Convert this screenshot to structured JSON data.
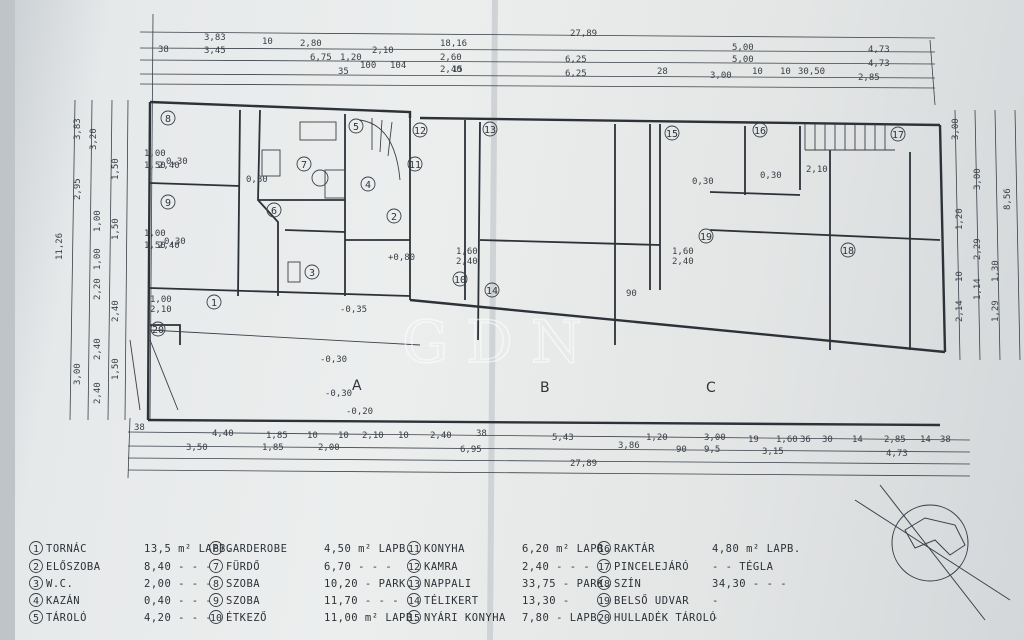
{
  "watermark": "GDN",
  "total_width_top": "27,89",
  "total_width_bottom": "27,89",
  "depth_left": "11,26",
  "depth_right": "8,56",
  "top_dims": [
    "3,83",
    "3,45",
    "2,80",
    "6,75",
    "1,20",
    "2,10",
    "18,16",
    "2,60",
    "2,40",
    "6,25",
    "6,25",
    "5,00",
    "5,00",
    "4,73",
    "4,73",
    "3,00",
    "2,85",
    "38",
    "10",
    "35",
    "100",
    "104",
    "15",
    "28",
    "30,50",
    "10",
    "10"
  ],
  "bottom_dims": [
    "38",
    "4,40",
    "3,50",
    "1,85",
    "1,85",
    "10",
    "2,00",
    "10",
    "2,10",
    "10",
    "2,40",
    "38",
    "6,95",
    "5,43",
    "3,86",
    "1,20",
    "90",
    "3,00",
    "9,5",
    "19",
    "1,60",
    "3,15",
    "36",
    "30",
    "14",
    "2,85",
    "4,73",
    "14",
    "38"
  ],
  "left_dims": [
    "3,83",
    "3,20",
    "2,95",
    "1,00",
    "1,50",
    "2,20",
    "2,40",
    "1,50",
    "2,40",
    "1,00",
    "3,00",
    "2,40",
    "1,50"
  ],
  "right_dims": [
    "3,00",
    "3,00",
    "1,20",
    "2,29",
    "1,30",
    "10",
    "1,14",
    "2,14",
    "1,29"
  ],
  "room_marks": [
    "8",
    "9",
    "1",
    "2",
    "3",
    "4",
    "5",
    "6",
    "7",
    "10",
    "11",
    "12",
    "13",
    "14",
    "15",
    "16",
    "17",
    "18",
    "19",
    "20"
  ],
  "room_dims": [
    "1,00",
    "1,50",
    "2,40",
    "1,00",
    "1,50",
    "2,40",
    "1,60",
    "2,40",
    "1,60",
    "2,40",
    "1,00",
    "2,10",
    "0,30",
    "0,30",
    "-0,35",
    "-0,30",
    "-0,20",
    "-0,30",
    "+0,80",
    "0,30",
    "0,30",
    "90",
    "2,10",
    "0,80"
  ],
  "section_marks": [
    "A",
    "B",
    "C"
  ],
  "legend": [
    {
      "num": "1",
      "name": "TORNÁC",
      "area": "13,5 m² LAPB."
    },
    {
      "num": "2",
      "name": "ELŐSZOBA",
      "area": "8,40 - - -"
    },
    {
      "num": "3",
      "name": "W.C.",
      "area": "2,00 - - -"
    },
    {
      "num": "4",
      "name": "KAZÁN",
      "area": "0,40 - - -"
    },
    {
      "num": "5",
      "name": "TÁROLÓ",
      "area": "4,20 - - -"
    },
    {
      "num": "6",
      "name": "GARDEROBE",
      "area": "4,50 m² LAPB."
    },
    {
      "num": "7",
      "name": "FÜRDŐ",
      "area": "6,70 - - -"
    },
    {
      "num": "8",
      "name": "SZOBA",
      "area": "10,20 - PARK."
    },
    {
      "num": "9",
      "name": "SZOBA",
      "area": "11,70 - - -"
    },
    {
      "num": "10",
      "name": "ÉTKEZŐ",
      "area": "11,00 m² LAPB."
    },
    {
      "num": "11",
      "name": "KONYHA",
      "area": "6,20 m² LAPB."
    },
    {
      "num": "12",
      "name": "KAMRA",
      "area": "2,40 - - -"
    },
    {
      "num": "13",
      "name": "NAPPALI",
      "area": "33,75 - PARK."
    },
    {
      "num": "14",
      "name": "TÉLIKERT",
      "area": "13,30 -"
    },
    {
      "num": "15",
      "name": "NYÁRI KONYHA",
      "area": "7,80 - LAPB."
    },
    {
      "num": "16",
      "name": "RAKTÁR",
      "area": "4,80 m² LAPB."
    },
    {
      "num": "17",
      "name": "PINCELEJÁRÓ",
      "area": "- - TÉGLA"
    },
    {
      "num": "18",
      "name": "SZÍN",
      "area": "34,30 - - -"
    },
    {
      "num": "19",
      "name": "BELSŐ UDVAR",
      "area": "-"
    },
    {
      "num": "20",
      "name": "HULLADÉK TÁROLÓ",
      "area": "-"
    }
  ],
  "colors": {
    "line": "#3a4048",
    "paper": "#eceeee",
    "shadow": "#c9ced2"
  }
}
